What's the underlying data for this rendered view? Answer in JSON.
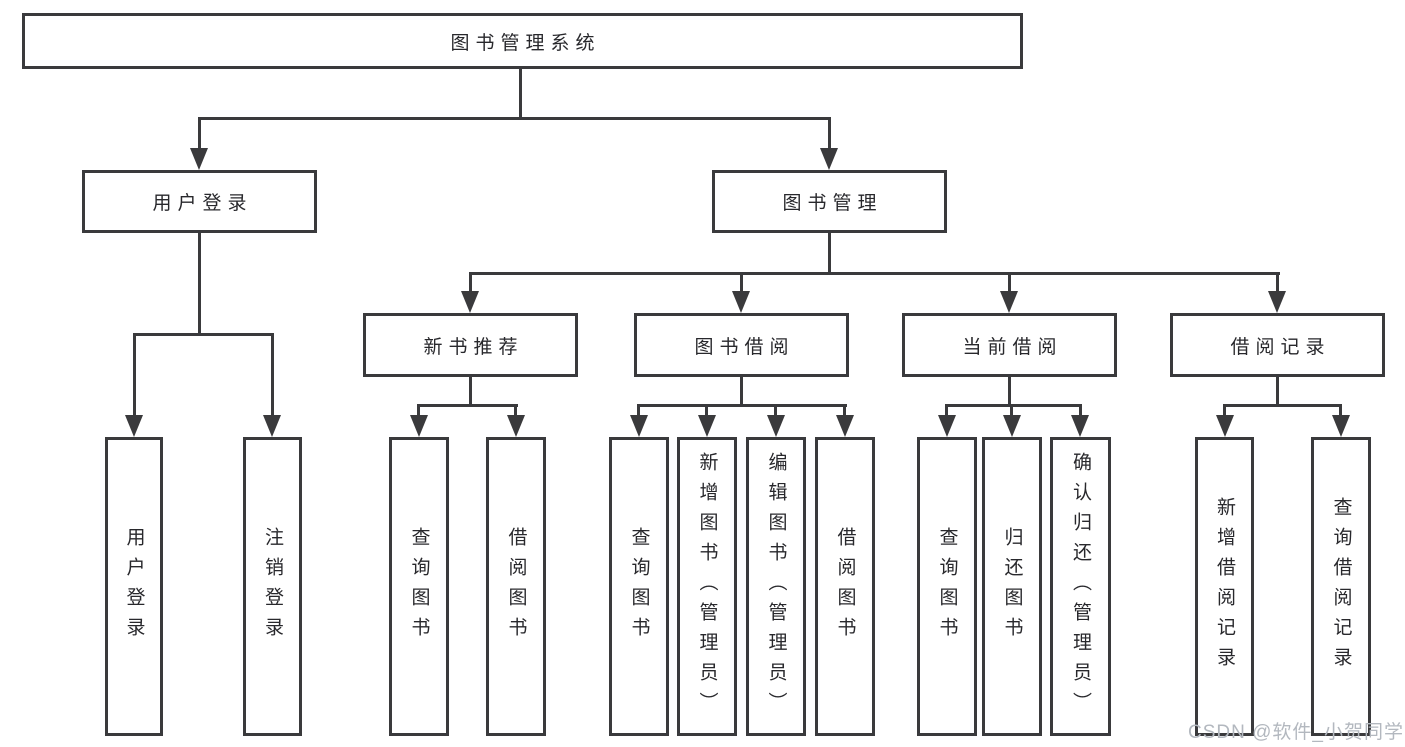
{
  "diagram": {
    "title": "图书管理系统",
    "level2": {
      "login": "用户登录",
      "management": "图书管理"
    },
    "level3": [
      "新书推荐",
      "图书借阅",
      "当前借阅",
      "借阅记录"
    ],
    "leaves": [
      [
        "用户登录",
        "注销登录"
      ],
      [
        "查询图书",
        "借阅图书"
      ],
      [
        "查询图书",
        "新增图书（管理员）",
        "编辑图书（管理员）",
        "借阅图书"
      ],
      [
        "查询图书",
        "归还图书",
        "确认归还（管理员）"
      ],
      [
        "新增借阅记录",
        "查询借阅记录"
      ]
    ],
    "line_color": "#3a3a3c",
    "text_color": "#28282c"
  },
  "watermark": "CSDN @软件_小贺同学"
}
